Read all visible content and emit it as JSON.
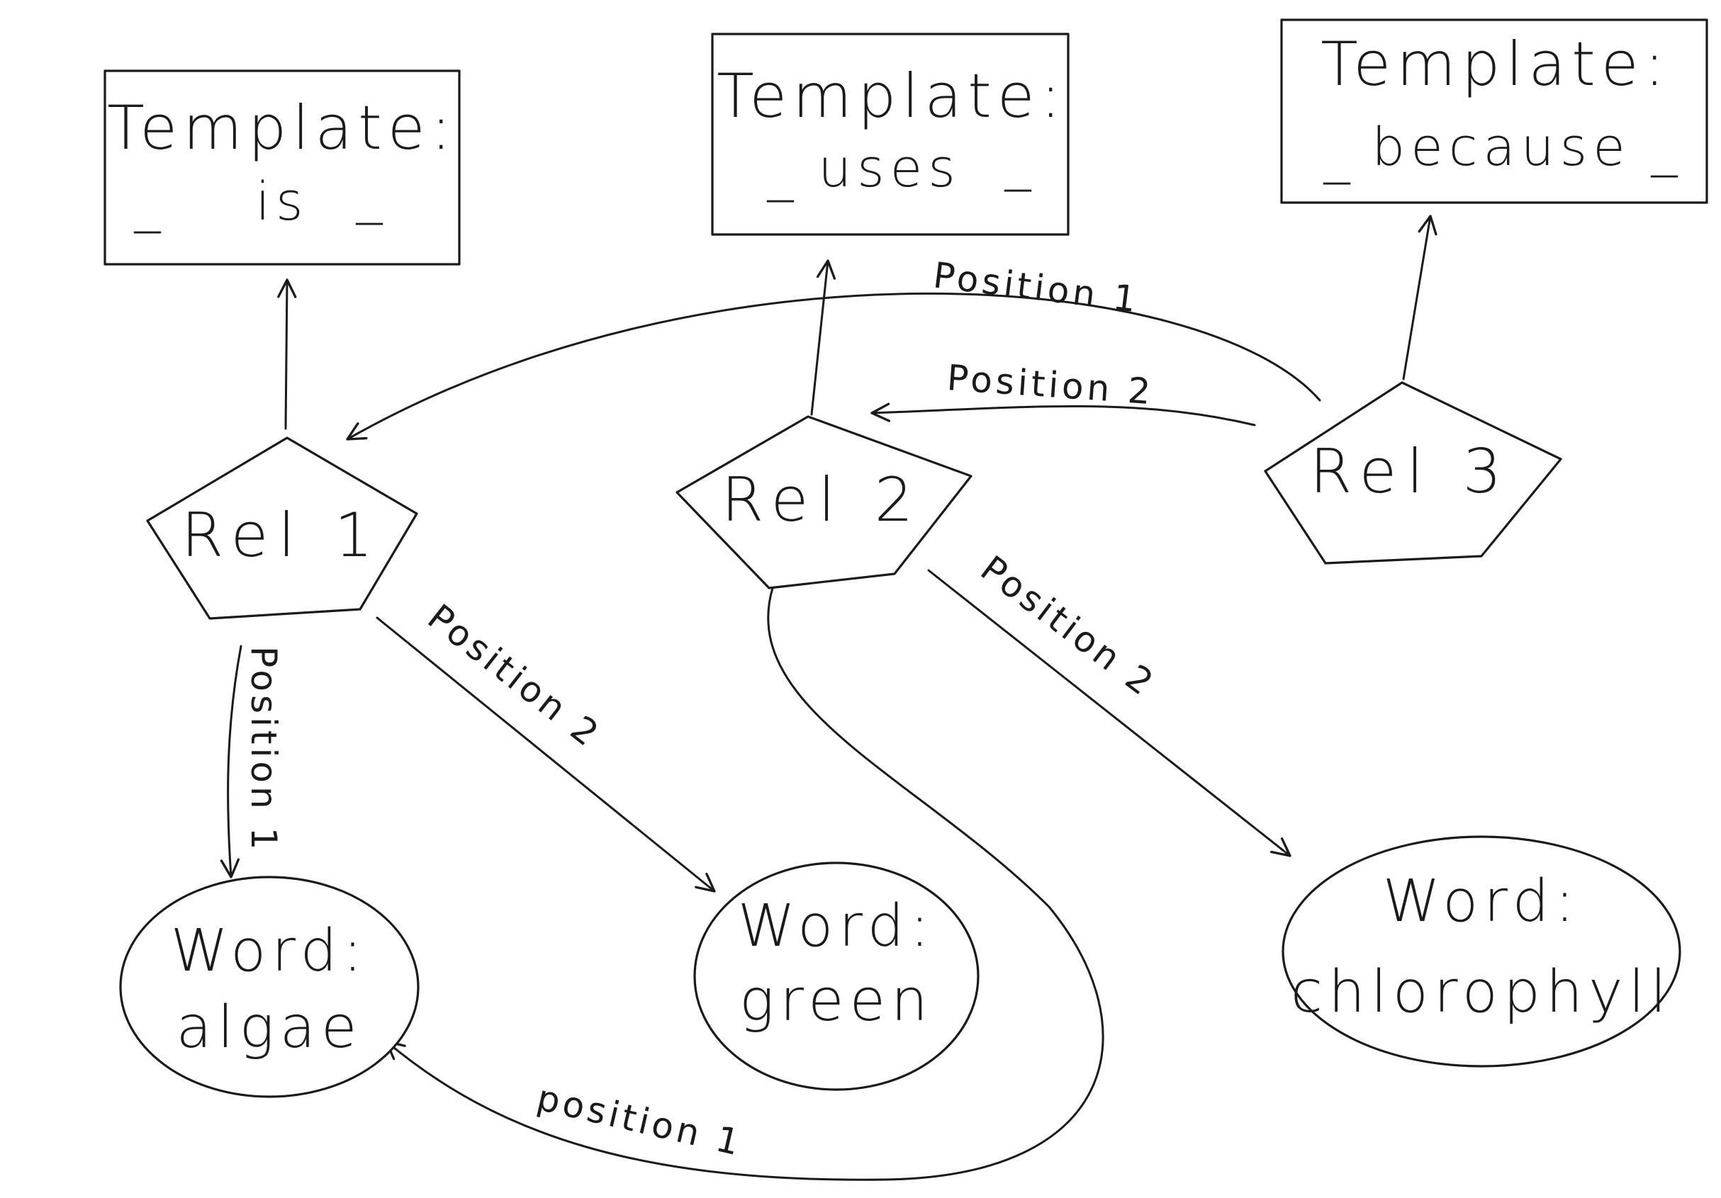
{
  "templates": [
    {
      "title": "Template:",
      "word": "is"
    },
    {
      "title": "Template:",
      "word": "uses"
    },
    {
      "title": "Template:",
      "word": "because"
    }
  ],
  "relations": [
    {
      "label": "Rel 1"
    },
    {
      "label": "Rel 2"
    },
    {
      "label": "Rel 3"
    }
  ],
  "words": [
    {
      "title": "Word:",
      "value": "algae"
    },
    {
      "title": "Word:",
      "value": "green"
    },
    {
      "title": "Word:",
      "value": "chlorophyll"
    }
  ],
  "edges": {
    "rel3_to_rel1": "Position 1",
    "rel3_to_rel2": "Position 2",
    "rel1_to_algae": "Position 1",
    "rel1_to_green": "Position 2",
    "rel2_to_chlorophyll": "Position 2",
    "rel2_to_algae": "position 1"
  },
  "placeholder_blank": "_"
}
